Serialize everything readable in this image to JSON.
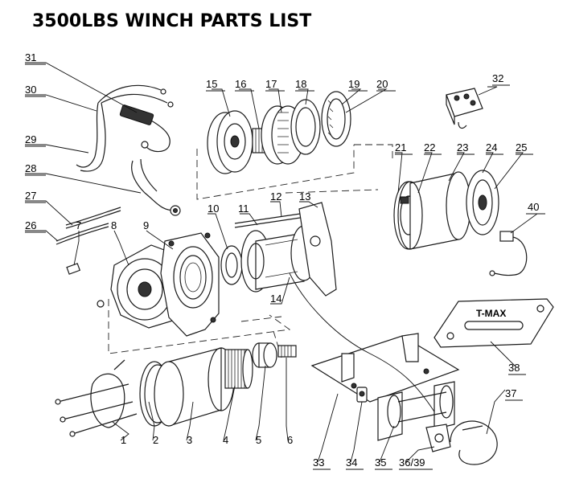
{
  "title": "3500LBS WINCH PARTS LIST",
  "fairlead_brand": "T-MAX",
  "callouts": {
    "p1": "1",
    "p2": "2",
    "p3": "3",
    "p4": "4",
    "p5": "5",
    "p6": "6",
    "p7": "7",
    "p8": "8",
    "p9": "9",
    "p10": "10",
    "p11": "11",
    "p12": "12",
    "p13": "13",
    "p14": "14",
    "p15": "15",
    "p16": "16",
    "p17": "17",
    "p18": "18",
    "p19": "19",
    "p20": "20",
    "p21": "21",
    "p22": "22",
    "p23": "23",
    "p24": "24",
    "p25": "25",
    "p26": "26",
    "p27": "27",
    "p28": "28",
    "p29": "29",
    "p30": "30",
    "p31": "31",
    "p32": "32",
    "p33": "33",
    "p34": "34",
    "p35": "35",
    "p36_39": "36/39",
    "p37": "37",
    "p38": "38",
    "p40": "40"
  }
}
